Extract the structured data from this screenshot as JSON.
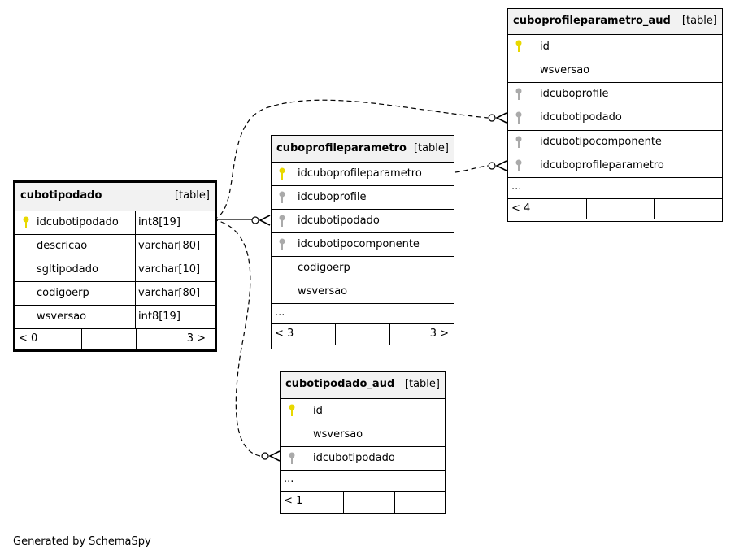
{
  "tables": {
    "cubotipodado": {
      "name": "cubotipodado",
      "type": "[table]",
      "columns": [
        {
          "name": "idcubotipodado",
          "type": "int8[19]",
          "key": "primary"
        },
        {
          "name": "descricao",
          "type": "varchar[80]",
          "key": "none"
        },
        {
          "name": "sgltipodado",
          "type": "varchar[10]",
          "key": "none"
        },
        {
          "name": "codigoerp",
          "type": "varchar[80]",
          "key": "none"
        },
        {
          "name": "wsversao",
          "type": "int8[19]",
          "key": "none"
        }
      ],
      "footer": {
        "parents": "< 0",
        "children": "3 >"
      }
    },
    "cuboprofileparametro": {
      "name": "cuboprofileparametro",
      "type": "[table]",
      "columns": [
        {
          "name": "idcuboprofileparametro",
          "key": "primary"
        },
        {
          "name": "idcuboprofile",
          "key": "foreign"
        },
        {
          "name": "idcubotipodado",
          "key": "foreign"
        },
        {
          "name": "idcubotipocomponente",
          "key": "foreign"
        },
        {
          "name": "codigoerp",
          "key": "none"
        },
        {
          "name": "wsversao",
          "key": "none"
        }
      ],
      "more": "...",
      "footer": {
        "parents": "< 3",
        "children": "3 >"
      }
    },
    "cuboprofileparametro_aud": {
      "name": "cuboprofileparametro_aud",
      "type": "[table]",
      "columns": [
        {
          "name": "id",
          "key": "primary"
        },
        {
          "name": "wsversao",
          "key": "none"
        },
        {
          "name": "idcuboprofile",
          "key": "foreign"
        },
        {
          "name": "idcubotipodado",
          "key": "foreign"
        },
        {
          "name": "idcubotipocomponente",
          "key": "foreign"
        },
        {
          "name": "idcuboprofileparametro",
          "key": "foreign"
        }
      ],
      "more": "...",
      "footer": {
        "parents": "< 4",
        "children": ""
      }
    },
    "cubotipodado_aud": {
      "name": "cubotipodado_aud",
      "type": "[table]",
      "columns": [
        {
          "name": "id",
          "key": "primary"
        },
        {
          "name": "wsversao",
          "key": "none"
        },
        {
          "name": "idcubotipodado",
          "key": "foreign"
        }
      ],
      "more": "...",
      "footer": {
        "parents": "< 1",
        "children": ""
      }
    }
  },
  "relationships": [
    {
      "from": "cubotipodado.idcubotipodado",
      "to": "cuboprofileparametro.idcubotipodado",
      "style": "solid"
    },
    {
      "from": "cubotipodado.idcubotipodado",
      "to": "cuboprofileparametro_aud.idcubotipodado",
      "style": "dashed"
    },
    {
      "from": "cubotipodado.idcubotipodado",
      "to": "cubotipodado_aud.idcubotipodado",
      "style": "dashed"
    },
    {
      "from": "cuboprofileparametro.idcuboprofileparametro",
      "to": "cuboprofileparametro_aud.idcuboprofileparametro",
      "style": "dashed"
    }
  ],
  "colors": {
    "primary_key": "#e8d800",
    "foreign_key": "#aaaaaa",
    "header_bg": "#f2f2f2",
    "line": "#000000"
  },
  "generated_by": "Generated by SchemaSpy"
}
